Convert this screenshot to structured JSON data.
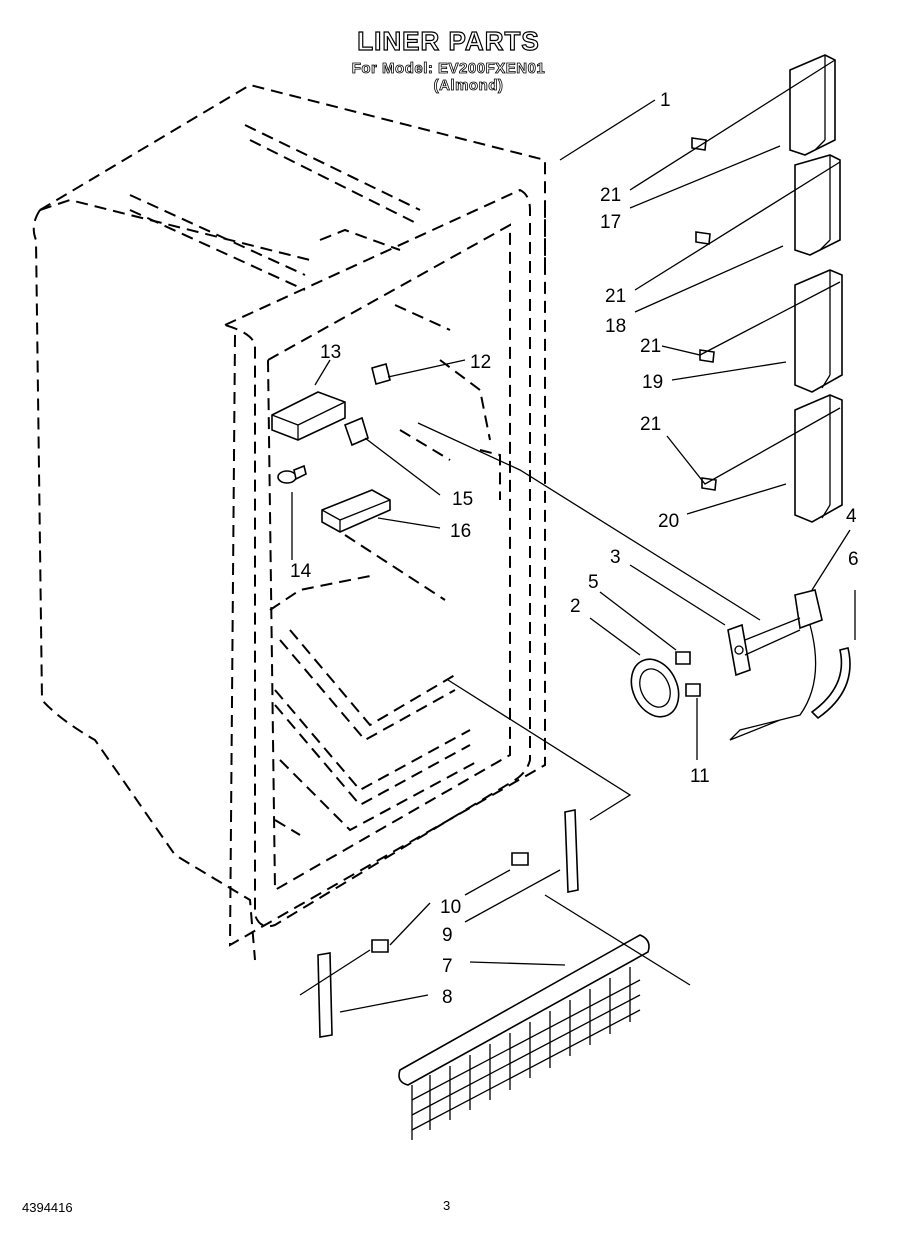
{
  "header": {
    "title": "LINER PARTS",
    "model_line": "For Model: EV200FXEN01",
    "color_line": "(Almond)"
  },
  "footer": {
    "doc_number": "4394416",
    "page_number": "3"
  },
  "callouts": [
    "1",
    "21",
    "17",
    "21",
    "18",
    "21",
    "19",
    "21",
    "20",
    "4",
    "6",
    "3",
    "5",
    "2",
    "11",
    "13",
    "12",
    "15",
    "16",
    "14",
    "10",
    "9",
    "7",
    "8"
  ],
  "icons": [
    "cabinet-liner-outline",
    "door-hinge-bracket",
    "screw",
    "thermostat-knob",
    "thermostat-control",
    "thermostat-bracket",
    "capillary-tube",
    "light-housing",
    "light-bulb",
    "light-socket",
    "light-shield",
    "shelf-support",
    "basket-wire"
  ]
}
